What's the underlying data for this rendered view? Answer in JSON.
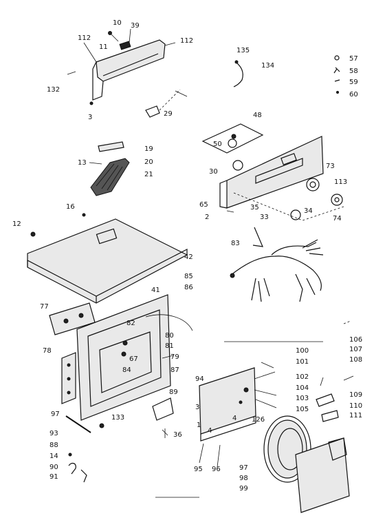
{
  "diagram": {
    "labels": [
      {
        "id": "l10",
        "text": "10"
      },
      {
        "id": "l39",
        "text": "39"
      },
      {
        "id": "l112a",
        "text": "112"
      },
      {
        "id": "l11",
        "text": "11"
      },
      {
        "id": "l112b",
        "text": "112"
      },
      {
        "id": "l132",
        "text": "132"
      },
      {
        "id": "l3a",
        "text": "3"
      },
      {
        "id": "l135",
        "text": "135"
      },
      {
        "id": "l134",
        "text": "134"
      },
      {
        "id": "l57",
        "text": "57"
      },
      {
        "id": "l58",
        "text": "58"
      },
      {
        "id": "l59",
        "text": "59"
      },
      {
        "id": "l60",
        "text": "60"
      },
      {
        "id": "l29",
        "text": "29"
      },
      {
        "id": "l48",
        "text": "48"
      },
      {
        "id": "l50",
        "text": "50"
      },
      {
        "id": "l30",
        "text": "30"
      },
      {
        "id": "l73",
        "text": "73"
      },
      {
        "id": "l113",
        "text": "113"
      },
      {
        "id": "l19",
        "text": "19"
      },
      {
        "id": "l13",
        "text": "13"
      },
      {
        "id": "l20",
        "text": "20"
      },
      {
        "id": "l21",
        "text": "21"
      },
      {
        "id": "l16",
        "text": "16"
      },
      {
        "id": "l65",
        "text": "65"
      },
      {
        "id": "l2",
        "text": "2"
      },
      {
        "id": "l35",
        "text": "35"
      },
      {
        "id": "l34",
        "text": "34"
      },
      {
        "id": "l33",
        "text": "33"
      },
      {
        "id": "l74",
        "text": "74"
      },
      {
        "id": "l12",
        "text": "12"
      },
      {
        "id": "l83",
        "text": "83"
      },
      {
        "id": "l42",
        "text": "42"
      },
      {
        "id": "l85",
        "text": "85"
      },
      {
        "id": "l86",
        "text": "86"
      },
      {
        "id": "l77",
        "text": "77"
      },
      {
        "id": "l41",
        "text": "41"
      },
      {
        "id": "l82",
        "text": "82"
      },
      {
        "id": "l80",
        "text": "80"
      },
      {
        "id": "l81",
        "text": "81"
      },
      {
        "id": "l78",
        "text": "78"
      },
      {
        "id": "l67",
        "text": "67"
      },
      {
        "id": "l84",
        "text": "84"
      },
      {
        "id": "l79",
        "text": "79"
      },
      {
        "id": "l87",
        "text": "87"
      },
      {
        "id": "l106",
        "text": "106"
      },
      {
        "id": "l100",
        "text": "100"
      },
      {
        "id": "l107",
        "text": "107"
      },
      {
        "id": "l101",
        "text": "101"
      },
      {
        "id": "l108",
        "text": "108"
      },
      {
        "id": "l102",
        "text": "102"
      },
      {
        "id": "l104",
        "text": "104"
      },
      {
        "id": "l103",
        "text": "103"
      },
      {
        "id": "l105",
        "text": "105"
      },
      {
        "id": "l94",
        "text": "94"
      },
      {
        "id": "l109",
        "text": "109"
      },
      {
        "id": "l110",
        "text": "110"
      },
      {
        "id": "l111",
        "text": "111"
      },
      {
        "id": "l89",
        "text": "89"
      },
      {
        "id": "l3b",
        "text": "3"
      },
      {
        "id": "l126",
        "text": "126"
      },
      {
        "id": "l97",
        "text": "97"
      },
      {
        "id": "l133",
        "text": "133"
      },
      {
        "id": "l36",
        "text": "36"
      },
      {
        "id": "l93",
        "text": "93"
      },
      {
        "id": "l88",
        "text": "88"
      },
      {
        "id": "l14",
        "text": "14"
      },
      {
        "id": "l90",
        "text": "90"
      },
      {
        "id": "l91",
        "text": "91"
      },
      {
        "id": "l95",
        "text": "95"
      },
      {
        "id": "l96",
        "text": "96"
      },
      {
        "id": "l97b",
        "text": "97"
      },
      {
        "id": "l98",
        "text": "98"
      },
      {
        "id": "l99",
        "text": "99"
      },
      {
        "id": "l4a",
        "text": "4"
      },
      {
        "id": "l4b",
        "text": "4"
      },
      {
        "id": "l1",
        "text": "1"
      }
    ]
  }
}
